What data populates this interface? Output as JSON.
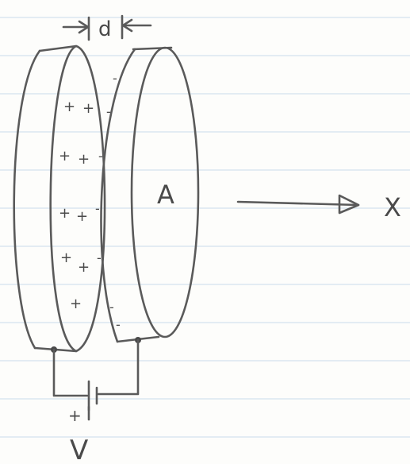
{
  "labels": {
    "separation": "d",
    "area": "A",
    "axis": "X",
    "voltage": "V",
    "battery_plus": "+"
  },
  "charges": {
    "positive": "+",
    "negative": "-"
  },
  "colors": {
    "ink": "#5a5a5a",
    "paper": "#fdfdfb",
    "rule": "#d4e3ee"
  }
}
